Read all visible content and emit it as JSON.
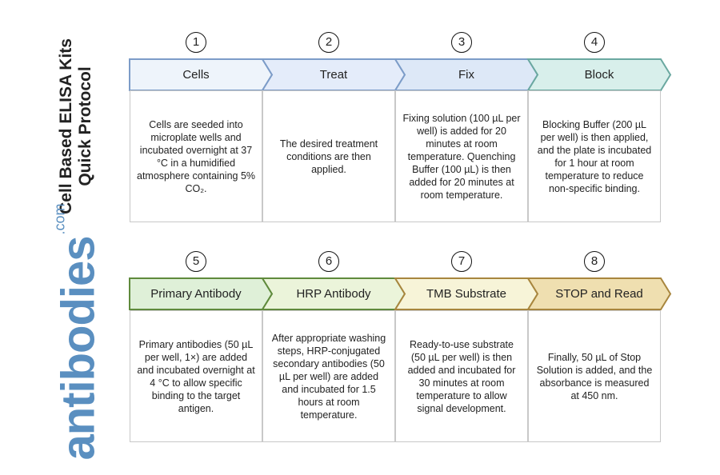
{
  "title": {
    "line1": "Cell Based ELISA Kits",
    "line2": "Quick Protocol"
  },
  "logo": {
    "text": "antibodies",
    "suffix": ".com",
    "color": "#5a8fc0"
  },
  "steps": [
    {
      "num": "1",
      "label": "Cells",
      "fill": "#eef4fb",
      "stroke": "#7c9cc8",
      "text": "Cells are seeded into microplate wells and incubated overnight at 37 °C in a humidified atmosphere containing 5% CO₂."
    },
    {
      "num": "2",
      "label": "Treat",
      "fill": "#e4ecfa",
      "stroke": "#7c9cc8",
      "text": "The desired treatment conditions are then applied."
    },
    {
      "num": "3",
      "label": "Fix",
      "fill": "#dde8f7",
      "stroke": "#7c9cc8",
      "text": "Fixing solution (100 µL per well) is added for 20 minutes at room temperature. Quenching Buffer (100 µL) is then added for 20 minutes at room temperature."
    },
    {
      "num": "4",
      "label": "Block",
      "fill": "#d8efeb",
      "stroke": "#6aa8a0",
      "text": "Blocking Buffer (200 µL per well) is then applied, and the plate is incubated for 1 hour at room temperature to reduce non-specific binding."
    },
    {
      "num": "5",
      "label": "Primary Antibody",
      "fill": "#dff0d8",
      "stroke": "#5f8a3c",
      "text": "Primary antibodies (50 µL per well, 1×) are added and incubated overnight at 4 °C to allow specific binding to the target antigen."
    },
    {
      "num": "6",
      "label": "HRP Antibody",
      "fill": "#ebf4da",
      "stroke": "#5f8a3c",
      "text": "After appropriate washing steps, HRP-conjugated secondary antibodies (50 µL per well) are added and incubated for 1.5 hours at room temperature."
    },
    {
      "num": "7",
      "label": "TMB Substrate",
      "fill": "#f7f4d8",
      "stroke": "#a8863e",
      "text": "Ready-to-use substrate (50 µL per well) is then added and incubated for 30 minutes at room temperature to allow signal development."
    },
    {
      "num": "8",
      "label": "STOP and Read",
      "fill": "#efdfb0",
      "stroke": "#a8863e",
      "text": "Finally, 50 µL of Stop Solution is added, and the absorbance is measured at 450 nm."
    }
  ]
}
